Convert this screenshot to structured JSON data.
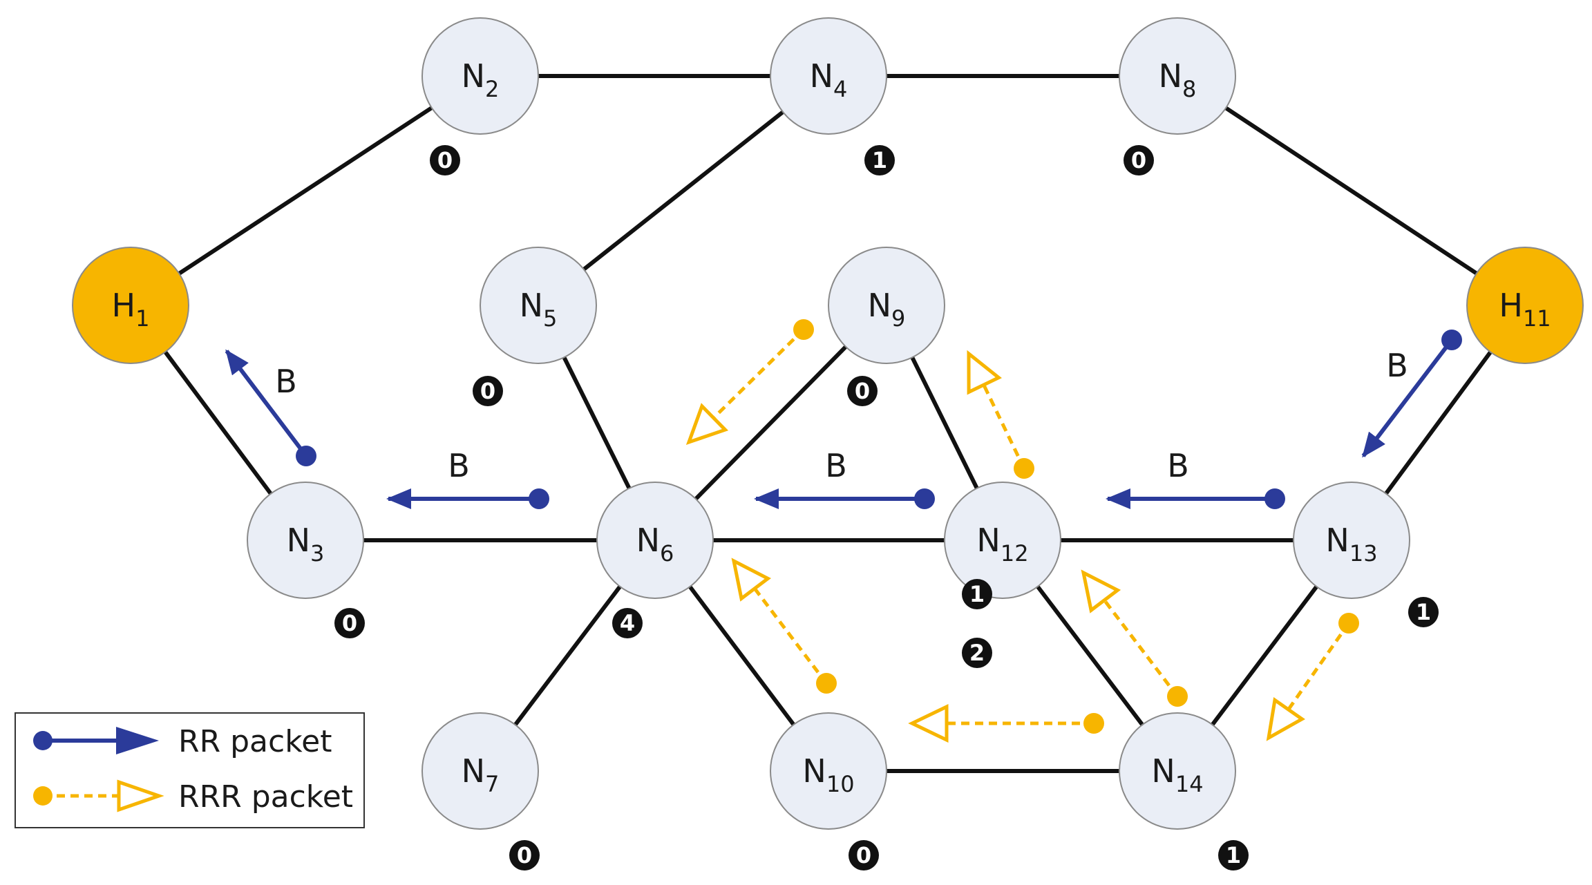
{
  "colors": {
    "node_fill": "#eaeef6",
    "host_fill": "#f7b500",
    "rr": "#2b3b9a",
    "rrr": "#f7b500",
    "edge": "#111111",
    "badge": "#111111"
  },
  "nodes": [
    {
      "id": "H1",
      "base": "H",
      "sub": "1",
      "host": true
    },
    {
      "id": "N2",
      "base": "N",
      "sub": "2"
    },
    {
      "id": "N3",
      "base": "N",
      "sub": "3"
    },
    {
      "id": "N4",
      "base": "N",
      "sub": "4"
    },
    {
      "id": "N5",
      "base": "N",
      "sub": "5"
    },
    {
      "id": "N6",
      "base": "N",
      "sub": "6"
    },
    {
      "id": "N7",
      "base": "N",
      "sub": "7"
    },
    {
      "id": "N8",
      "base": "N",
      "sub": "8"
    },
    {
      "id": "N9",
      "base": "N",
      "sub": "9"
    },
    {
      "id": "N10",
      "base": "N",
      "sub": "10"
    },
    {
      "id": "H11",
      "base": "H",
      "sub": "11",
      "host": true
    },
    {
      "id": "N12",
      "base": "N",
      "sub": "12"
    },
    {
      "id": "N13",
      "base": "N",
      "sub": "13"
    },
    {
      "id": "N14",
      "base": "N",
      "sub": "14"
    }
  ],
  "edges": [
    [
      "H1",
      "N2"
    ],
    [
      "H1",
      "N3"
    ],
    [
      "N2",
      "N4"
    ],
    [
      "N4",
      "N8"
    ],
    [
      "N4",
      "N5"
    ],
    [
      "N8",
      "H11"
    ],
    [
      "N3",
      "N6"
    ],
    [
      "N5",
      "N6"
    ],
    [
      "N6",
      "N9"
    ],
    [
      "N6",
      "N12"
    ],
    [
      "N6",
      "N7"
    ],
    [
      "N6",
      "N10"
    ],
    [
      "N9",
      "N12"
    ],
    [
      "N12",
      "N13"
    ],
    [
      "N12",
      "N14"
    ],
    [
      "N13",
      "H11"
    ],
    [
      "N13",
      "N14"
    ],
    [
      "N10",
      "N14"
    ]
  ],
  "badges": [
    {
      "node": "N2",
      "value": "0"
    },
    {
      "node": "N4",
      "value": "1"
    },
    {
      "node": "N8",
      "value": "0"
    },
    {
      "node": "N5",
      "value": "0"
    },
    {
      "node": "N9",
      "value": "0"
    },
    {
      "node": "N3",
      "value": "0"
    },
    {
      "node": "N6",
      "value": "4"
    },
    {
      "node": "N12",
      "value": "1"
    },
    {
      "node": "N12",
      "value": "2"
    },
    {
      "node": "N13",
      "value": "1"
    },
    {
      "node": "N7",
      "value": "0"
    },
    {
      "node": "N10",
      "value": "0"
    },
    {
      "node": "N14",
      "value": "1"
    }
  ],
  "rr_packets": [
    {
      "from": "N3",
      "to": "H1",
      "label": "B"
    },
    {
      "from": "N6",
      "to": "N3",
      "label": "B"
    },
    {
      "from": "N12",
      "to": "N6",
      "label": "B"
    },
    {
      "from": "N13",
      "to": "N12",
      "label": "B"
    },
    {
      "from": "H11",
      "to": "N13",
      "label": "B"
    }
  ],
  "rrr_packets": [
    {
      "from": "N9",
      "to": "N6"
    },
    {
      "from": "N12",
      "to": "N9"
    },
    {
      "from": "N10",
      "to": "N6"
    },
    {
      "from": "N14",
      "to": "N12"
    },
    {
      "from": "N14",
      "to": "N10"
    },
    {
      "from": "N13",
      "to": "N14"
    }
  ],
  "legend": {
    "rr_label": "RR packet",
    "rrr_label": "RRR packet"
  }
}
